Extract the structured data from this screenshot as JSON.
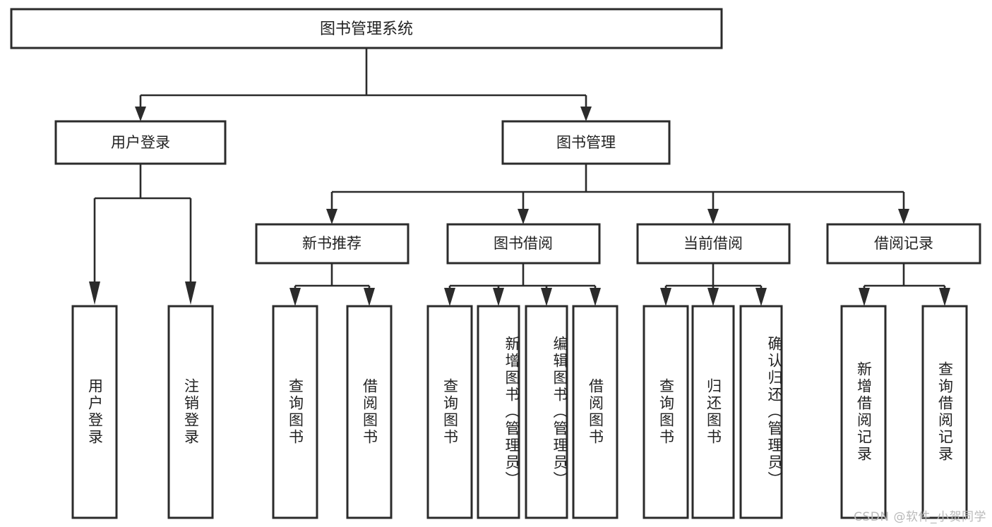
{
  "diagram": {
    "type": "tree-hierarchy",
    "title": "图书管理系统",
    "watermark": "CSDN @软件_小贺同学",
    "colors": {
      "background": "#ffffff",
      "box_fill": "#ffffff",
      "box_stroke": "#2b2b2b",
      "connector": "#2b2b2b",
      "text": "#222222",
      "watermark": "#b9b9b9"
    },
    "levels": {
      "root": {
        "label": "图书管理系统"
      },
      "level2": [
        {
          "id": "user-login",
          "label": "用户登录"
        },
        {
          "id": "book-management",
          "label": "图书管理"
        }
      ],
      "level3": [
        {
          "id": "new-book-recommend",
          "label": "新书推荐",
          "parent": "book-management"
        },
        {
          "id": "book-borrow",
          "label": "图书借阅",
          "parent": "book-management"
        },
        {
          "id": "current-borrow",
          "label": "当前借阅",
          "parent": "book-management"
        },
        {
          "id": "borrow-record",
          "label": "借阅记录",
          "parent": "book-management"
        }
      ],
      "leaves": [
        {
          "id": "leaf-user-login",
          "label": "用户登录",
          "parent": "user-login"
        },
        {
          "id": "leaf-logout-login",
          "label": "注销登录",
          "parent": "user-login"
        },
        {
          "id": "leaf-query-book-1",
          "label": "查询图书",
          "parent": "new-book-recommend"
        },
        {
          "id": "leaf-borrow-book-1",
          "label": "借阅图书",
          "parent": "new-book-recommend"
        },
        {
          "id": "leaf-query-book-2",
          "label": "查询图书",
          "parent": "book-borrow"
        },
        {
          "id": "leaf-add-book",
          "label": "新增图书（管理员）",
          "parent": "book-borrow"
        },
        {
          "id": "leaf-edit-book",
          "label": "编辑图书（管理员）",
          "parent": "book-borrow"
        },
        {
          "id": "leaf-borrow-book-2",
          "label": "借阅图书",
          "parent": "book-borrow"
        },
        {
          "id": "leaf-query-book-3",
          "label": "查询图书",
          "parent": "current-borrow"
        },
        {
          "id": "leaf-return-book",
          "label": "归还图书",
          "parent": "current-borrow"
        },
        {
          "id": "leaf-confirm-return",
          "label": "确认归还（管理员）",
          "parent": "current-borrow"
        },
        {
          "id": "leaf-add-record",
          "label": "新增借阅记录",
          "parent": "borrow-record"
        },
        {
          "id": "leaf-query-record",
          "label": "查询借阅记录",
          "parent": "borrow-record"
        }
      ]
    }
  }
}
